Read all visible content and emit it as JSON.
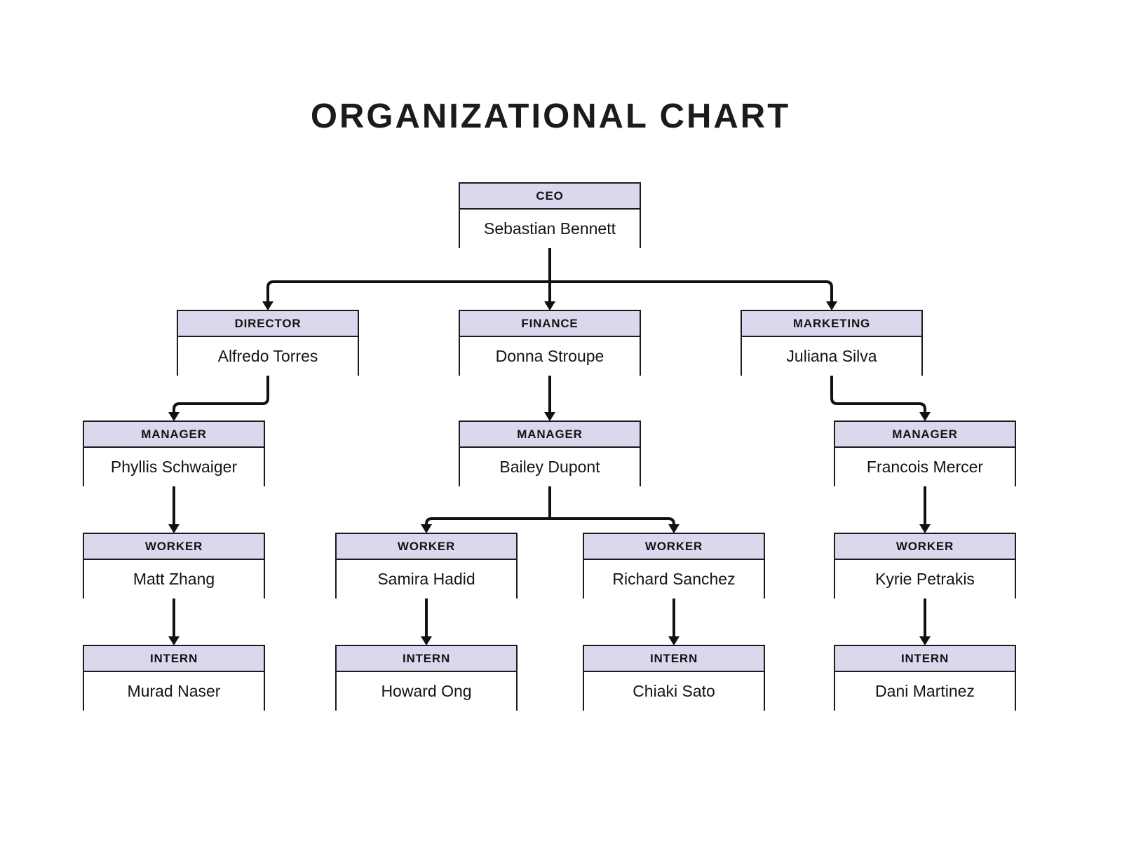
{
  "title": "ORGANIZATIONAL CHART",
  "palette": {
    "header_fill": "#d9d8ed",
    "box_fill": "#ffffff",
    "border": "#1c1c1e",
    "line": "#111111",
    "text": "#141414",
    "background": "#ffffff"
  },
  "org": {
    "ceo": {
      "role": "CEO",
      "name": "Sebastian Bennett",
      "reports_to": null
    },
    "director": {
      "role": "DIRECTOR",
      "name": "Alfredo Torres",
      "reports_to": "ceo"
    },
    "finance": {
      "role": "FINANCE",
      "name": "Donna Stroupe",
      "reports_to": "ceo"
    },
    "marketing": {
      "role": "MARKETING",
      "name": "Juliana Silva",
      "reports_to": "ceo"
    },
    "manager_director": {
      "role": "MANAGER",
      "name": "Phyllis Schwaiger",
      "reports_to": "director"
    },
    "manager_finance": {
      "role": "MANAGER",
      "name": "Bailey Dupont",
      "reports_to": "finance"
    },
    "manager_marketing": {
      "role": "MANAGER",
      "name": "Francois Mercer",
      "reports_to": "marketing"
    },
    "worker_director": {
      "role": "WORKER",
      "name": "Matt Zhang",
      "reports_to": "manager_director"
    },
    "worker_finance_1": {
      "role": "WORKER",
      "name": "Samira Hadid",
      "reports_to": "manager_finance"
    },
    "worker_finance_2": {
      "role": "WORKER",
      "name": "Richard Sanchez",
      "reports_to": "manager_finance"
    },
    "worker_marketing": {
      "role": "WORKER",
      "name": "Kyrie Petrakis",
      "reports_to": "manager_marketing"
    },
    "intern_director": {
      "role": "INTERN",
      "name": "Murad Naser",
      "reports_to": "worker_director"
    },
    "intern_finance_1": {
      "role": "INTERN",
      "name": "Howard Ong",
      "reports_to": "worker_finance_1"
    },
    "intern_finance_2": {
      "role": "INTERN",
      "name": "Chiaki Sato",
      "reports_to": "worker_finance_2"
    },
    "intern_marketing": {
      "role": "INTERN",
      "name": "Dani Martinez",
      "reports_to": "worker_marketing"
    }
  }
}
